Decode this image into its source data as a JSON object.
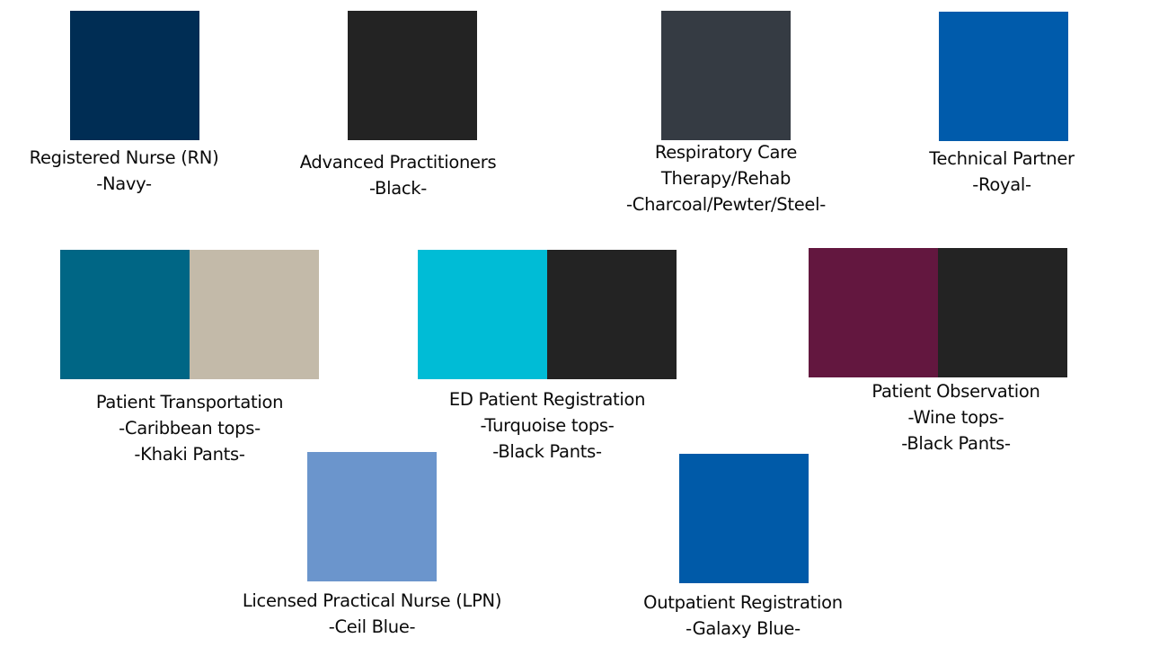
{
  "groups": [
    {
      "id": "rn",
      "lines": [
        "Registered Nurse (RN)",
        "-Navy-"
      ],
      "colors": [
        "#002d54"
      ]
    },
    {
      "id": "advanced",
      "lines": [
        "Advanced Practitioners",
        "-Black-"
      ],
      "colors": [
        "#232323"
      ]
    },
    {
      "id": "respiratory",
      "lines": [
        "Respiratory Care",
        "Therapy/Rehab",
        "-Charcoal/Pewter/Steel-"
      ],
      "colors": [
        "#353b43"
      ]
    },
    {
      "id": "technical",
      "lines": [
        "Technical Partner",
        "-Royal-"
      ],
      "colors": [
        "#005bab"
      ]
    },
    {
      "id": "transport",
      "lines": [
        "Patient Transportation",
        "-Caribbean tops-",
        "-Khaki Pants-"
      ],
      "colors": [
        "#006685",
        "#c3baa9"
      ]
    },
    {
      "id": "ed-registration",
      "lines": [
        "ED Patient Registration",
        "-Turquoise tops-",
        "-Black Pants-"
      ],
      "colors": [
        "#00bcd6",
        "#232323"
      ]
    },
    {
      "id": "observation",
      "lines": [
        "Patient Observation",
        "-Wine tops-",
        "-Black Pants-"
      ],
      "colors": [
        "#63173f",
        "#232323"
      ]
    },
    {
      "id": "lpn",
      "lines": [
        "Licensed Practical Nurse (LPN)",
        "-Ceil Blue-"
      ],
      "colors": [
        "#6b95cc"
      ]
    },
    {
      "id": "outpatient",
      "lines": [
        "Outpatient Registration",
        "-Galaxy Blue-"
      ],
      "colors": [
        "#005aa8"
      ]
    }
  ]
}
